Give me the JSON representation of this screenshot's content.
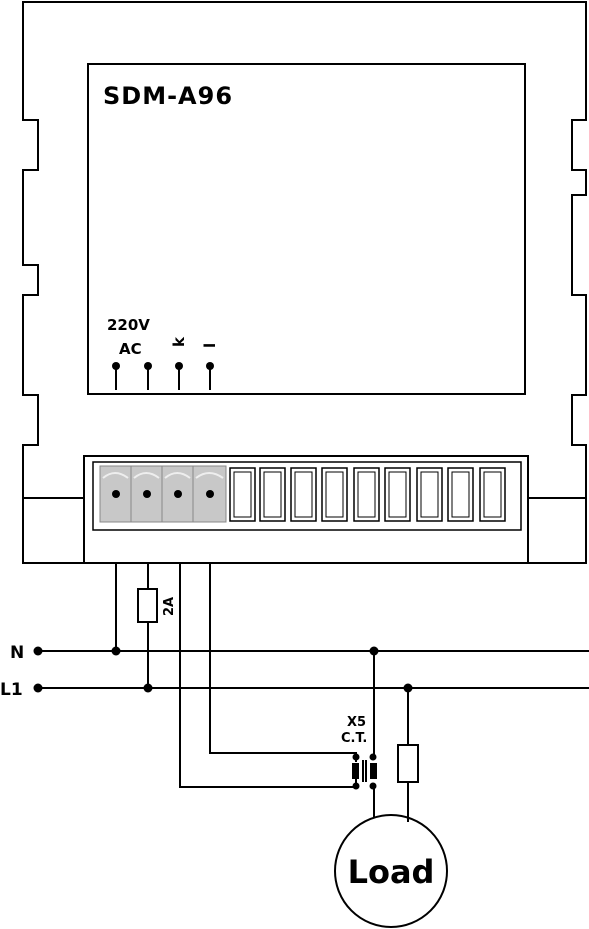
{
  "device": {
    "model": "SDM-A96"
  },
  "terminals": {
    "supply_line1": "220V",
    "supply_line2": "AC",
    "k_label": "k",
    "l_label": "l"
  },
  "fuse": {
    "rating": "2A"
  },
  "lines": {
    "neutral": "N",
    "live": "L1"
  },
  "ct": {
    "ratio": "X5",
    "name": "C.T."
  },
  "load": {
    "label": "Load"
  }
}
